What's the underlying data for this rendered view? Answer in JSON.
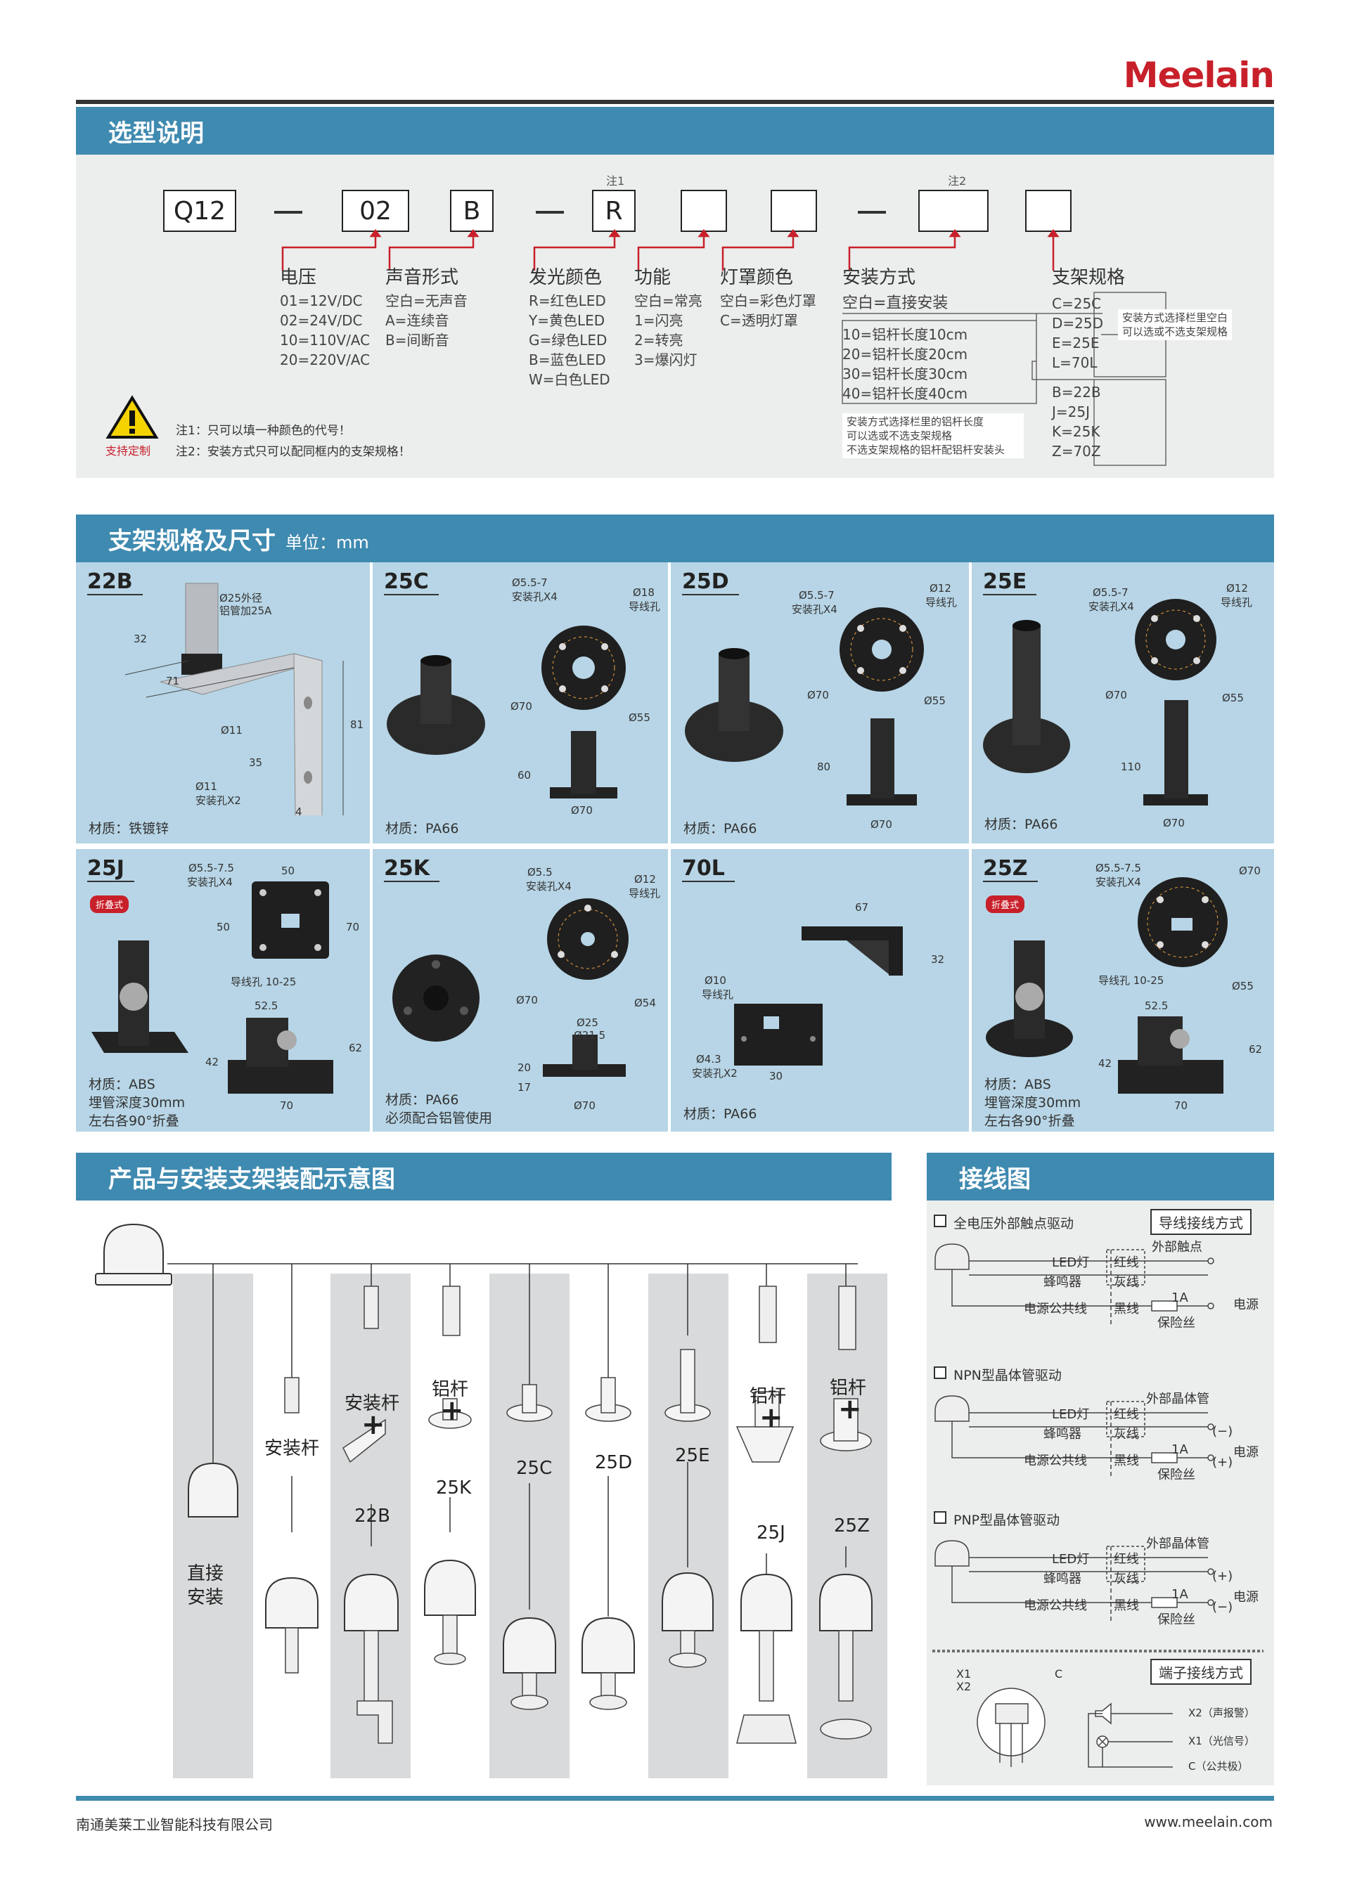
{
  "brand": {
    "logo": "Meelain"
  },
  "selection": {
    "title": "选型说明",
    "codes": [
      "Q12",
      "02",
      "B",
      "R",
      "",
      "",
      "",
      ""
    ],
    "note1_mark": "注1",
    "note2_mark": "注2",
    "groups": [
      {
        "title": "电压",
        "items": "01=12V/DC\n02=24V/DC\n10=110V/AC\n20=220V/AC"
      },
      {
        "title": "声音形式",
        "items": "空白=无声音\nA=连续音\nB=间断音"
      },
      {
        "title": "发光颜色",
        "items": "R=红色LED\nY=黄色LED\nG=绿色LED\nB=蓝色LED\nW=白色LED"
      },
      {
        "title": "功能",
        "items": "空白=常亮\n1=闪亮\n2=转亮\n3=爆闪灯"
      },
      {
        "title": "灯罩颜色",
        "items": "空白=彩色灯罩\nC=透明灯罩"
      },
      {
        "title": "安装方式",
        "items": "空白=直接安装"
      },
      {
        "title": "支架规格",
        "items": "C=25C\nD=25D\nE=25E\nL=70L"
      }
    ],
    "rod_lengths": "10=铝杆长度10cm\n20=铝杆长度20cm\n30=铝杆长度30cm\n40=铝杆长度40cm",
    "bracket_more": "B=22B\nJ=25J\nK=25K\nZ=70Z",
    "callout1": "安装方式选择栏里空白\n可以选或不选支架规格",
    "callout2": "安装方式选择栏里的铝杆长度\n可以选或不选支架规格\n不选支架规格的铝杆配铝杆安装头",
    "support_badge": "支持定制",
    "note1": "注1：只可以填一种颜色的代号！",
    "note2": "注2：安装方式只可以配同框内的支架规格！"
  },
  "brackets": {
    "title": "支架规格及尺寸",
    "unit": "单位：mm",
    "fold_badge": "折叠式",
    "cells": [
      {
        "tag": "22B",
        "material": "材质：铁镀锌",
        "dims": [
          "Ø25外径",
          "铝管加25A",
          "32",
          "71",
          "Ø11",
          "81",
          "35",
          "Ø11",
          "安装孔X2",
          "4"
        ]
      },
      {
        "tag": "25C",
        "material": "材质：PA66",
        "dims": [
          "Ø5.5-7",
          "安装孔X4",
          "Ø18",
          "导线孔",
          "Ø70",
          "Ø55",
          "60",
          "Ø70"
        ]
      },
      {
        "tag": "25D",
        "material": "材质：PA66",
        "dims": [
          "Ø5.5-7",
          "安装孔X4",
          "Ø12",
          "导线孔",
          "Ø70",
          "Ø55",
          "80",
          "Ø70"
        ]
      },
      {
        "tag": "25E",
        "material": "材质：PA66",
        "dims": [
          "Ø5.5-7",
          "安装孔X4",
          "Ø12",
          "导线孔",
          "Ø70",
          "Ø55",
          "110",
          "Ø70"
        ]
      },
      {
        "tag": "25J",
        "material": "材质：ABS\n埋管深度30mm\n左右各90°折叠",
        "dims": [
          "Ø5.5-7.5",
          "安装孔X4",
          "50",
          "50",
          "70",
          "导线孔 10-25",
          "52.5",
          "42",
          "62",
          "70"
        ]
      },
      {
        "tag": "25K",
        "material": "材质：PA66\n必须配合铝管使用",
        "dims": [
          "Ø5.5",
          "安装孔X4",
          "Ø12",
          "导线孔",
          "Ø70",
          "Ø54",
          "Ø25",
          "Ø21.5",
          "20",
          "17",
          "Ø70"
        ]
      },
      {
        "tag": "70L",
        "material": "材质：PA66",
        "dims": [
          "67",
          "32",
          "Ø10",
          "导线孔",
          "Ø4.3",
          "安装孔X2",
          "30"
        ]
      },
      {
        "tag": "25Z",
        "material": "材质：ABS\n埋管深度30mm\n左右各90°折叠",
        "dims": [
          "Ø5.5-7.5",
          "安装孔X4",
          "Ø70",
          "导线孔 10-25",
          "Ø55",
          "52.5",
          "42",
          "62",
          "70"
        ]
      }
    ]
  },
  "assembly": {
    "title": "产品与安装支架装配示意图",
    "labels": {
      "direct": "直接\n安装",
      "rod1": "安装杆",
      "rod2": "安装杆",
      "plus": "+",
      "b22": "22B",
      "alu1": "铝杆",
      "k25": "25K",
      "c25": "25C",
      "d25": "25D",
      "e25": "25E",
      "alu2": "铝杆",
      "j25": "25J",
      "alu3": "铝杆",
      "z25": "25Z"
    }
  },
  "wiring": {
    "title": "接线图",
    "lead_method": "导线接线方式",
    "terminal_method": "端子接线方式",
    "sections": [
      {
        "title": "全电压外部触点驱动",
        "ext": "外部触点",
        "led": "LED灯",
        "buzzer": "蜂鸣器",
        "common": "电源公共线",
        "red": "红线",
        "gray": "灰线",
        "black": "黑线",
        "fuse": "1A",
        "fuse_label": "保险丝",
        "power": "电源",
        "plus": "",
        "minus": ""
      },
      {
        "title": "NPN型晶体管驱动",
        "ext": "外部晶体管",
        "led": "LED灯",
        "buzzer": "蜂鸣器",
        "common": "电源公共线",
        "red": "红线",
        "gray": "灰线",
        "black": "黑线",
        "fuse": "1A",
        "fuse_label": "保险丝",
        "power": "电源",
        "plus": "(+)",
        "minus": "(−)"
      },
      {
        "title": "PNP型晶体管驱动",
        "ext": "外部晶体管",
        "led": "LED灯",
        "buzzer": "蜂鸣器",
        "common": "电源公共线",
        "red": "红线",
        "gray": "灰线",
        "black": "黑线",
        "fuse": "1A",
        "fuse_label": "保险丝",
        "power": "电源",
        "plus": "(+)",
        "minus": "(−)"
      }
    ],
    "terminal": {
      "x1": "X1",
      "x2": "X2",
      "c": "C",
      "t_x2": "X2（声报警）",
      "t_x1": "X1（光信号）",
      "t_c": "C（公共极）"
    }
  },
  "footer": {
    "company": "南通美莱工业智能科技有限公司",
    "website": "www.meelain.com"
  }
}
